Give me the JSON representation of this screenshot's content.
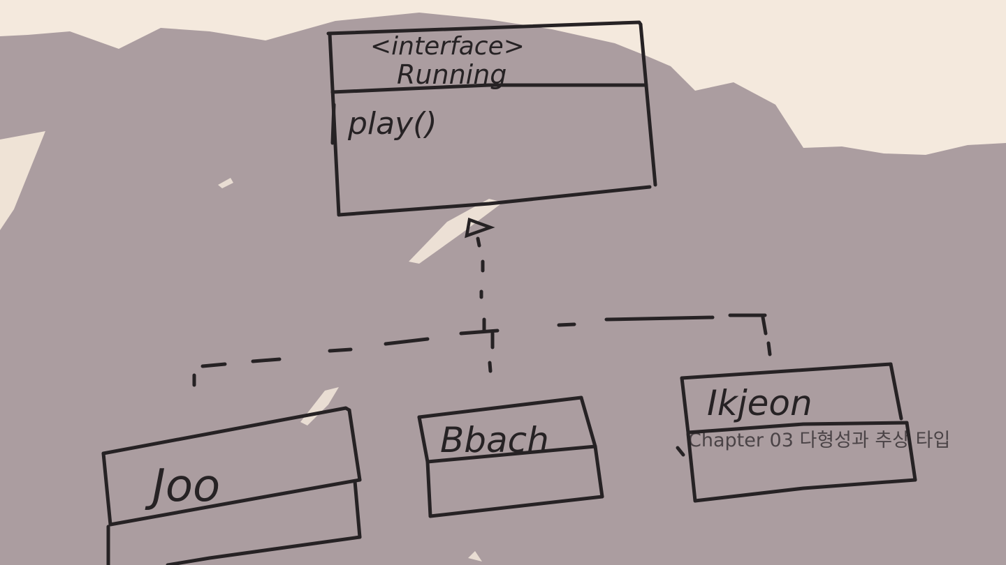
{
  "diagram": {
    "interface": {
      "stereotype": "<interface>",
      "name": "Running",
      "method": "play()"
    },
    "classes": [
      {
        "name": "Joo"
      },
      {
        "name": "Bbach"
      },
      {
        "name": "Ikjeon"
      }
    ],
    "relationship": "realization",
    "background_text": "Chapter 03 다형성과 추상 타입"
  },
  "colors": {
    "paper_light": "#f4e9dd",
    "shadow": "#ab9da0",
    "ink": "#262224"
  }
}
